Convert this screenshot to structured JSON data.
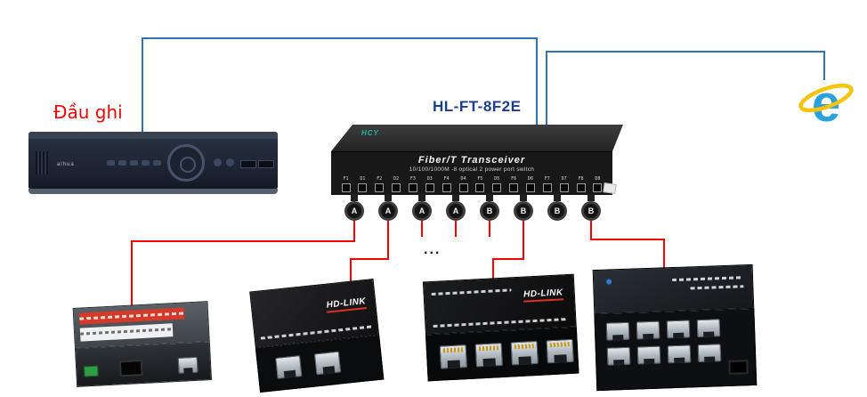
{
  "labels": {
    "dvr": "Đầu ghi",
    "switch_model": "HL-FT-8F2E",
    "ellipsis": "..."
  },
  "switch": {
    "brand": "HCY",
    "title": "Fiber/T Transceiver",
    "subtitle": "10/100/1000M -8 optical 2 power port switch",
    "port_labels": [
      "F1",
      "D1",
      "F2",
      "D2",
      "F3",
      "D3",
      "F4",
      "D4",
      "F5",
      "D5",
      "F6",
      "D6",
      "F7",
      "D7",
      "F8",
      "D8"
    ],
    "couplers": [
      "A",
      "A",
      "A",
      "A",
      "B",
      "B",
      "B",
      "B"
    ]
  },
  "dvr": {
    "brand": "alhua"
  },
  "bottom_devices": {
    "converter_b": {
      "brand": "HD-LINK"
    },
    "converter_c": {
      "brand": "HD-LINK"
    }
  },
  "colors": {
    "connection_blue": "#2E74B5",
    "connection_red": "#FF0000",
    "dvr_label_red": "#FE0000",
    "model_label_blue": "#1B3E8F",
    "ie_blue": "#2AA0DC",
    "ie_yellow": "#F6C40E"
  }
}
